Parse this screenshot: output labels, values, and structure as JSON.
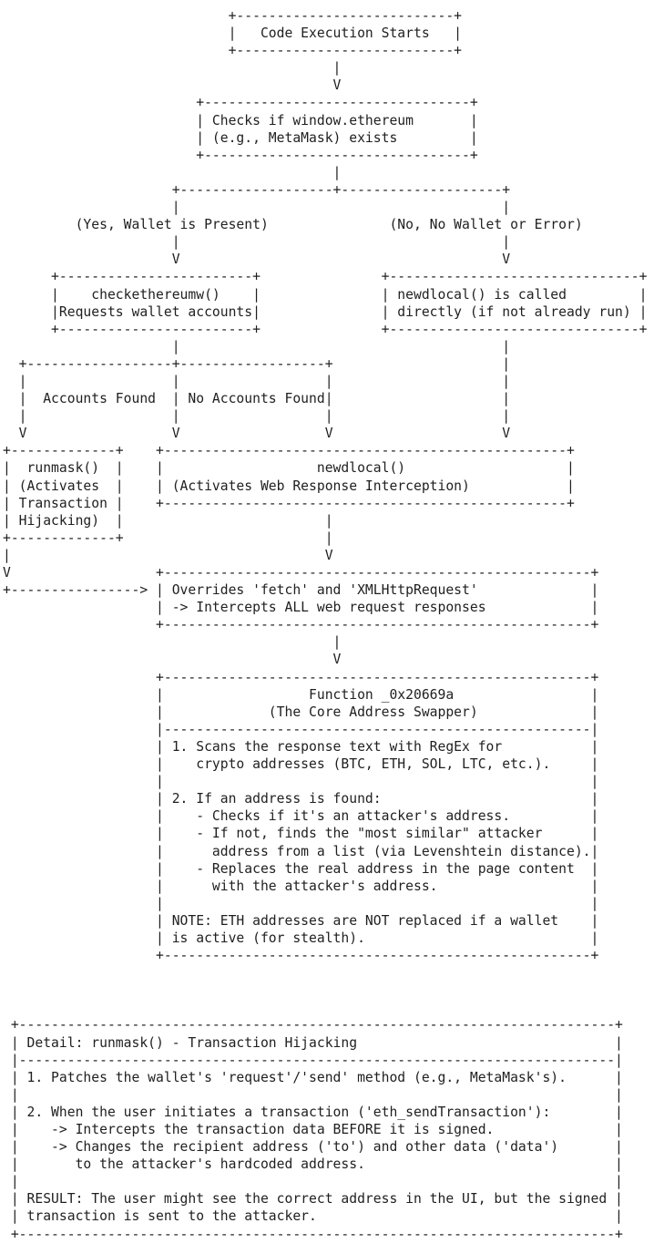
{
  "page": {
    "background_color": "#ffffff",
    "text_color": "#1f1f1f",
    "content_kind": "ascii-flowchart"
  },
  "diagram": {
    "description_nodes": [
      "Code Execution Starts",
      "Checks if window.ethereum (e.g., MetaMask) exists",
      "(Yes, Wallet is Present)",
      "(No, No Wallet or Error)",
      "checkethereumw() Requests wallet accounts",
      "newdlocal() is called directly (if not already run)",
      "Accounts Found",
      "No Accounts Found",
      "runmask() (Activates Transaction Hijacking)",
      "newdlocal() (Activates Web Response Interception)",
      "Overrides 'fetch' and 'XMLHttpRequest' -> Intercepts ALL web request responses",
      "Function _0x20669a (The Core Address Swapper)",
      "Detail: runmask() - Transaction Hijacking"
    ],
    "lines": [
      "                            +---------------------------+",
      "                            |   Code Execution Starts   |",
      "                            +---------------------------+",
      "                                         |",
      "                                         V",
      "                        +---------------------------------+",
      "                        | Checks if window.ethereum       |",
      "                        | (e.g., MetaMask) exists         |",
      "                        +---------------------------------+",
      "                                         |",
      "                     +-------------------+--------------------+",
      "                     |                                        |",
      "         (Yes, Wallet is Present)               (No, No Wallet or Error)",
      "                     |                                        |",
      "                     V                                        V",
      "      +------------------------+               +-------------------------------+",
      "      |    checkethereumw()    |               | newdlocal() is called         |",
      "      |Requests wallet accounts|               | directly (if not already run) |",
      "      +------------------------+               +-------------------------------+",
      "                     |                                        |",
      "  +------------------+------------------+                     |",
      "  |                  |                  |                     |",
      "  |  Accounts Found  | No Accounts Found|                     |",
      "  |                  |                  |                     |",
      "  V                  V                  V                     V",
      "+-------------+    +--------------------------------------------------+",
      "|  runmask()  |    |                   newdlocal()                    |",
      "| (Activates  |    | (Activates Web Response Interception)            |",
      "| Transaction |    +--------------------------------------------------+",
      "| Hijacking)  |                         |",
      "+-------------+                         |",
      "|                                       V",
      "V                  +-----------------------------------------------------+",
      "+----------------> | Overrides 'fetch' and 'XMLHttpRequest'              |",
      "                   | -> Intercepts ALL web request responses             |",
      "                   +-----------------------------------------------------+",
      "                                         |",
      "                                         V",
      "                   +-----------------------------------------------------+",
      "                   |                  Function _0x20669a                 |",
      "                   |             (The Core Address Swapper)              |",
      "                   |-----------------------------------------------------|",
      "                   | 1. Scans the response text with RegEx for           |",
      "                   |    crypto addresses (BTC, ETH, SOL, LTC, etc.).     |",
      "                   |                                                     |",
      "                   | 2. If an address is found:                          |",
      "                   |    - Checks if it's an attacker's address.          |",
      "                   |    - If not, finds the \"most similar\" attacker      |",
      "                   |      address from a list (via Levenshtein distance).|",
      "                   |    - Replaces the real address in the page content  |",
      "                   |      with the attacker's address.                   |",
      "                   |                                                     |",
      "                   | NOTE: ETH addresses are NOT replaced if a wallet    |",
      "                   | is active (for stealth).                            |",
      "                   +-----------------------------------------------------+",
      "",
      "",
      "",
      " +--------------------------------------------------------------------------+",
      " | Detail: runmask() - Transaction Hijacking                                |",
      " |--------------------------------------------------------------------------|",
      " | 1. Patches the wallet's 'request'/'send' method (e.g., MetaMask's).      |",
      " |                                                                          |",
      " | 2. When the user initiates a transaction ('eth_sendTransaction'):        |",
      " |    -> Intercepts the transaction data BEFORE it is signed.               |",
      " |    -> Changes the recipient address ('to') and other data ('data')       |",
      " |       to the attacker's hardcoded address.                               |",
      " |                                                                          |",
      " | RESULT: The user might see the correct address in the UI, but the signed |",
      " | transaction is sent to the attacker.                                     |",
      " +--------------------------------------------------------------------------+"
    ]
  }
}
